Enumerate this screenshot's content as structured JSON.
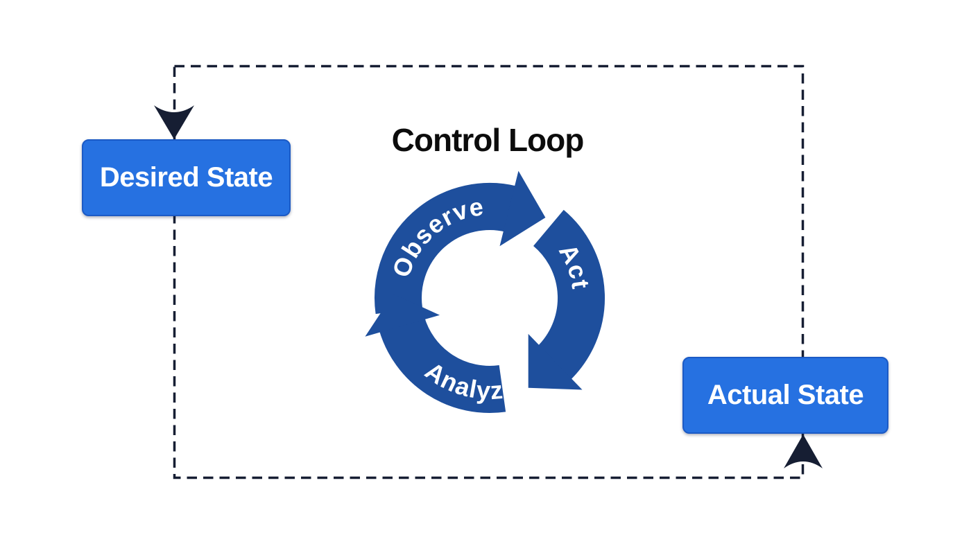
{
  "title": "Control Loop",
  "boxes": {
    "desired": {
      "label": "Desired State"
    },
    "actual": {
      "label": "Actual State"
    }
  },
  "loop": {
    "steps": [
      {
        "id": "observe",
        "label": "Observe"
      },
      {
        "id": "act",
        "label": "Act"
      },
      {
        "id": "analyze",
        "label": "Analyze"
      }
    ]
  },
  "colors": {
    "node_fill": "#2671e1",
    "node_border": "#1b5ac5",
    "loop_blue": "#1e4f9d",
    "outline_navy": "#161e33",
    "title_text": "#0c0c0c",
    "label_text": "#ffffff"
  }
}
